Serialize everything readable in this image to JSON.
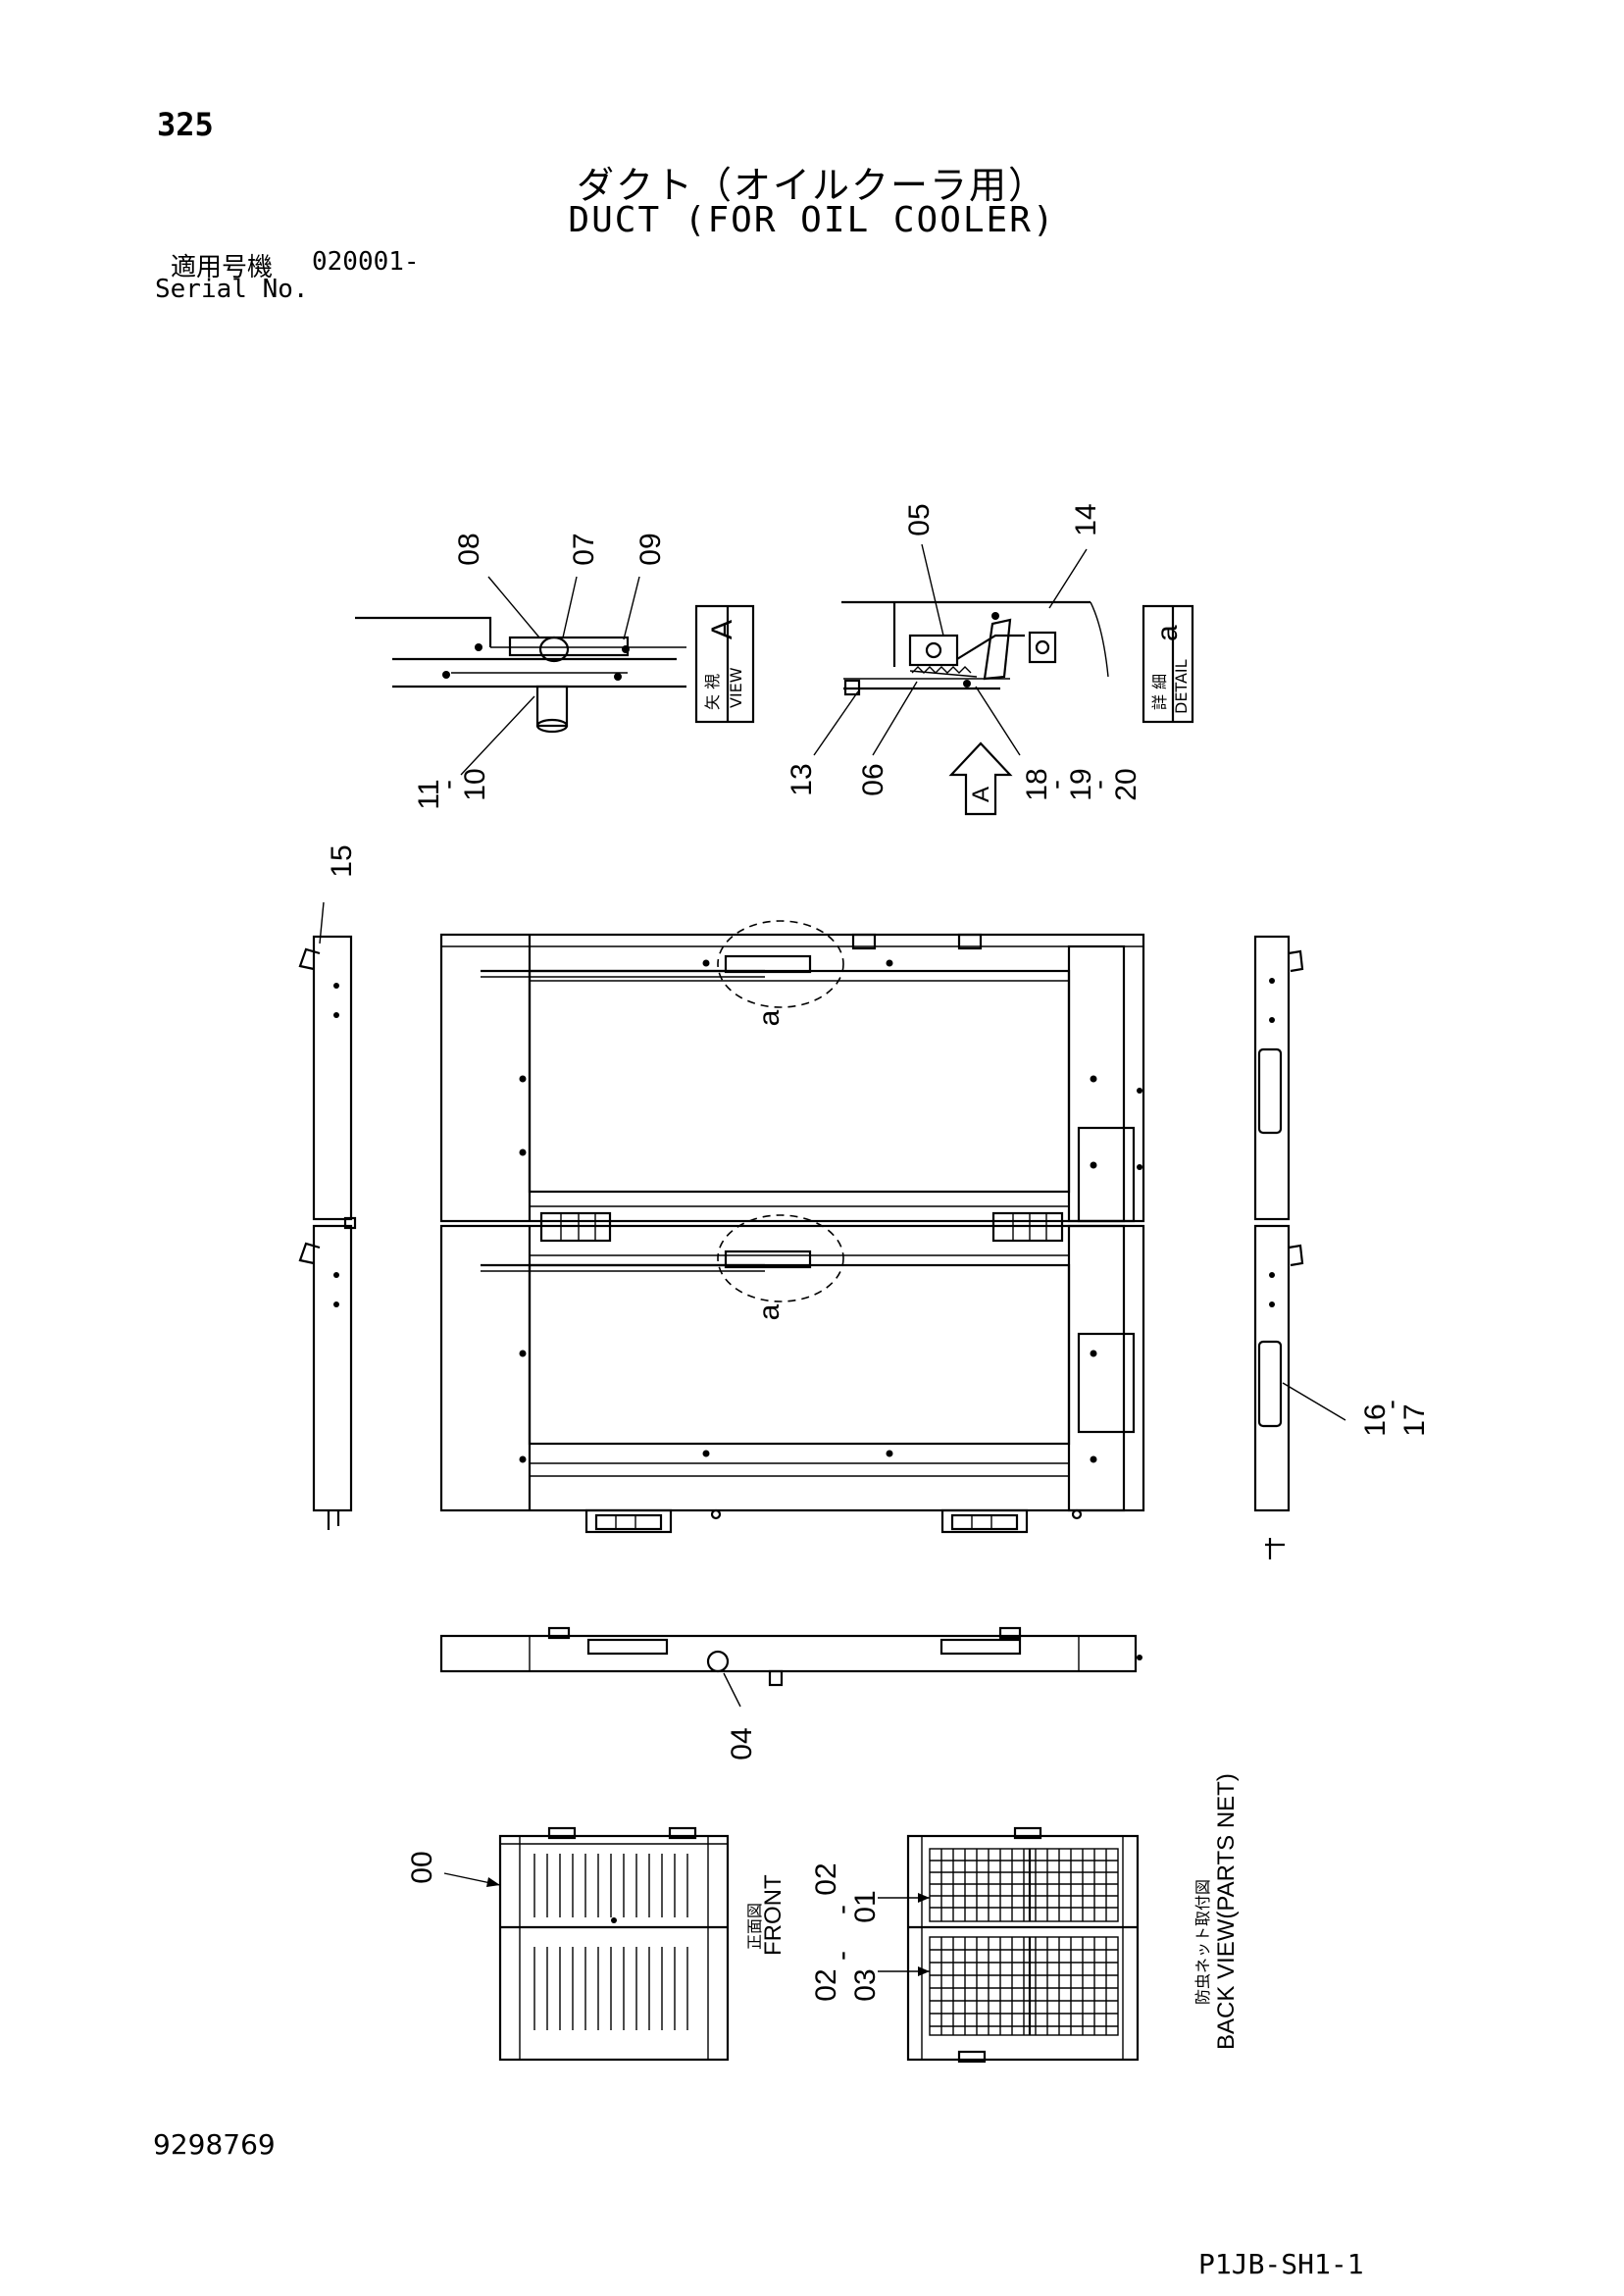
{
  "header": {
    "page_number": "325",
    "title_jp": "ダクト（オイルクーラ用）",
    "title_en": "DUCT (FOR OIL COOLER)",
    "serial_label_jp": "適用号機",
    "serial_value": "020001-",
    "serial_label_en": "Serial No."
  },
  "view_a": {
    "box_jp": "矢 視",
    "box_en": "VIEW",
    "box_letter": "A",
    "callouts": [
      "08",
      "07",
      "09",
      "11",
      "-",
      "10"
    ]
  },
  "detail_a": {
    "box_jp": "詳 細",
    "box_en": "DETAIL",
    "box_letter": "a",
    "arrow_letter": "A",
    "callouts": [
      "05",
      "14",
      "13",
      "06",
      "18",
      "-",
      "19",
      "-",
      "20"
    ]
  },
  "main_view": {
    "detail_marker": "a",
    "callouts": [
      "15",
      "16",
      "-",
      "17"
    ]
  },
  "side_view": {
    "callouts": [
      "04"
    ]
  },
  "front_view": {
    "label_jp": "正面図",
    "label_en": "FRONT",
    "callouts": [
      "00"
    ]
  },
  "back_view": {
    "label_jp": "防虫ネット取付図",
    "label_en": "BACK VIEW(PARTS NET)",
    "callouts": [
      "02",
      "-",
      "01",
      "02",
      "-",
      "03"
    ]
  },
  "footer": {
    "doc_number": "9298769",
    "sheet_code": "P1JB-SH1-1"
  }
}
